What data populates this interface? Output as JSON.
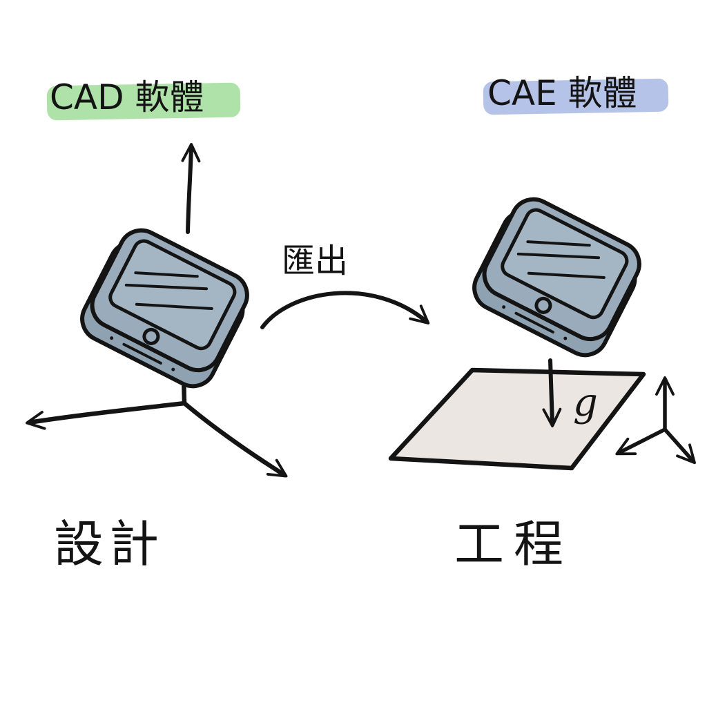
{
  "labels": {
    "cad": "CAD 軟體",
    "cae": "CAE 軟體",
    "export": "匯出",
    "gravity": "g",
    "design": "設計",
    "engineering": "工程"
  },
  "colors": {
    "ink": "#141414",
    "cad_highlight": "#a6dfa0",
    "cae_highlight": "#aebde6",
    "phone_body": "#8fa2b2",
    "phone_screen": "#9fb1c0",
    "plate_fill": "#ebe6e1"
  },
  "icons": {
    "left_phone": "smartphone-icon",
    "right_phone": "smartphone-icon",
    "left_axes": "coordinate-axes-icon",
    "right_axes": "coordinate-axes-icon",
    "plate": "ground-plane-icon"
  }
}
